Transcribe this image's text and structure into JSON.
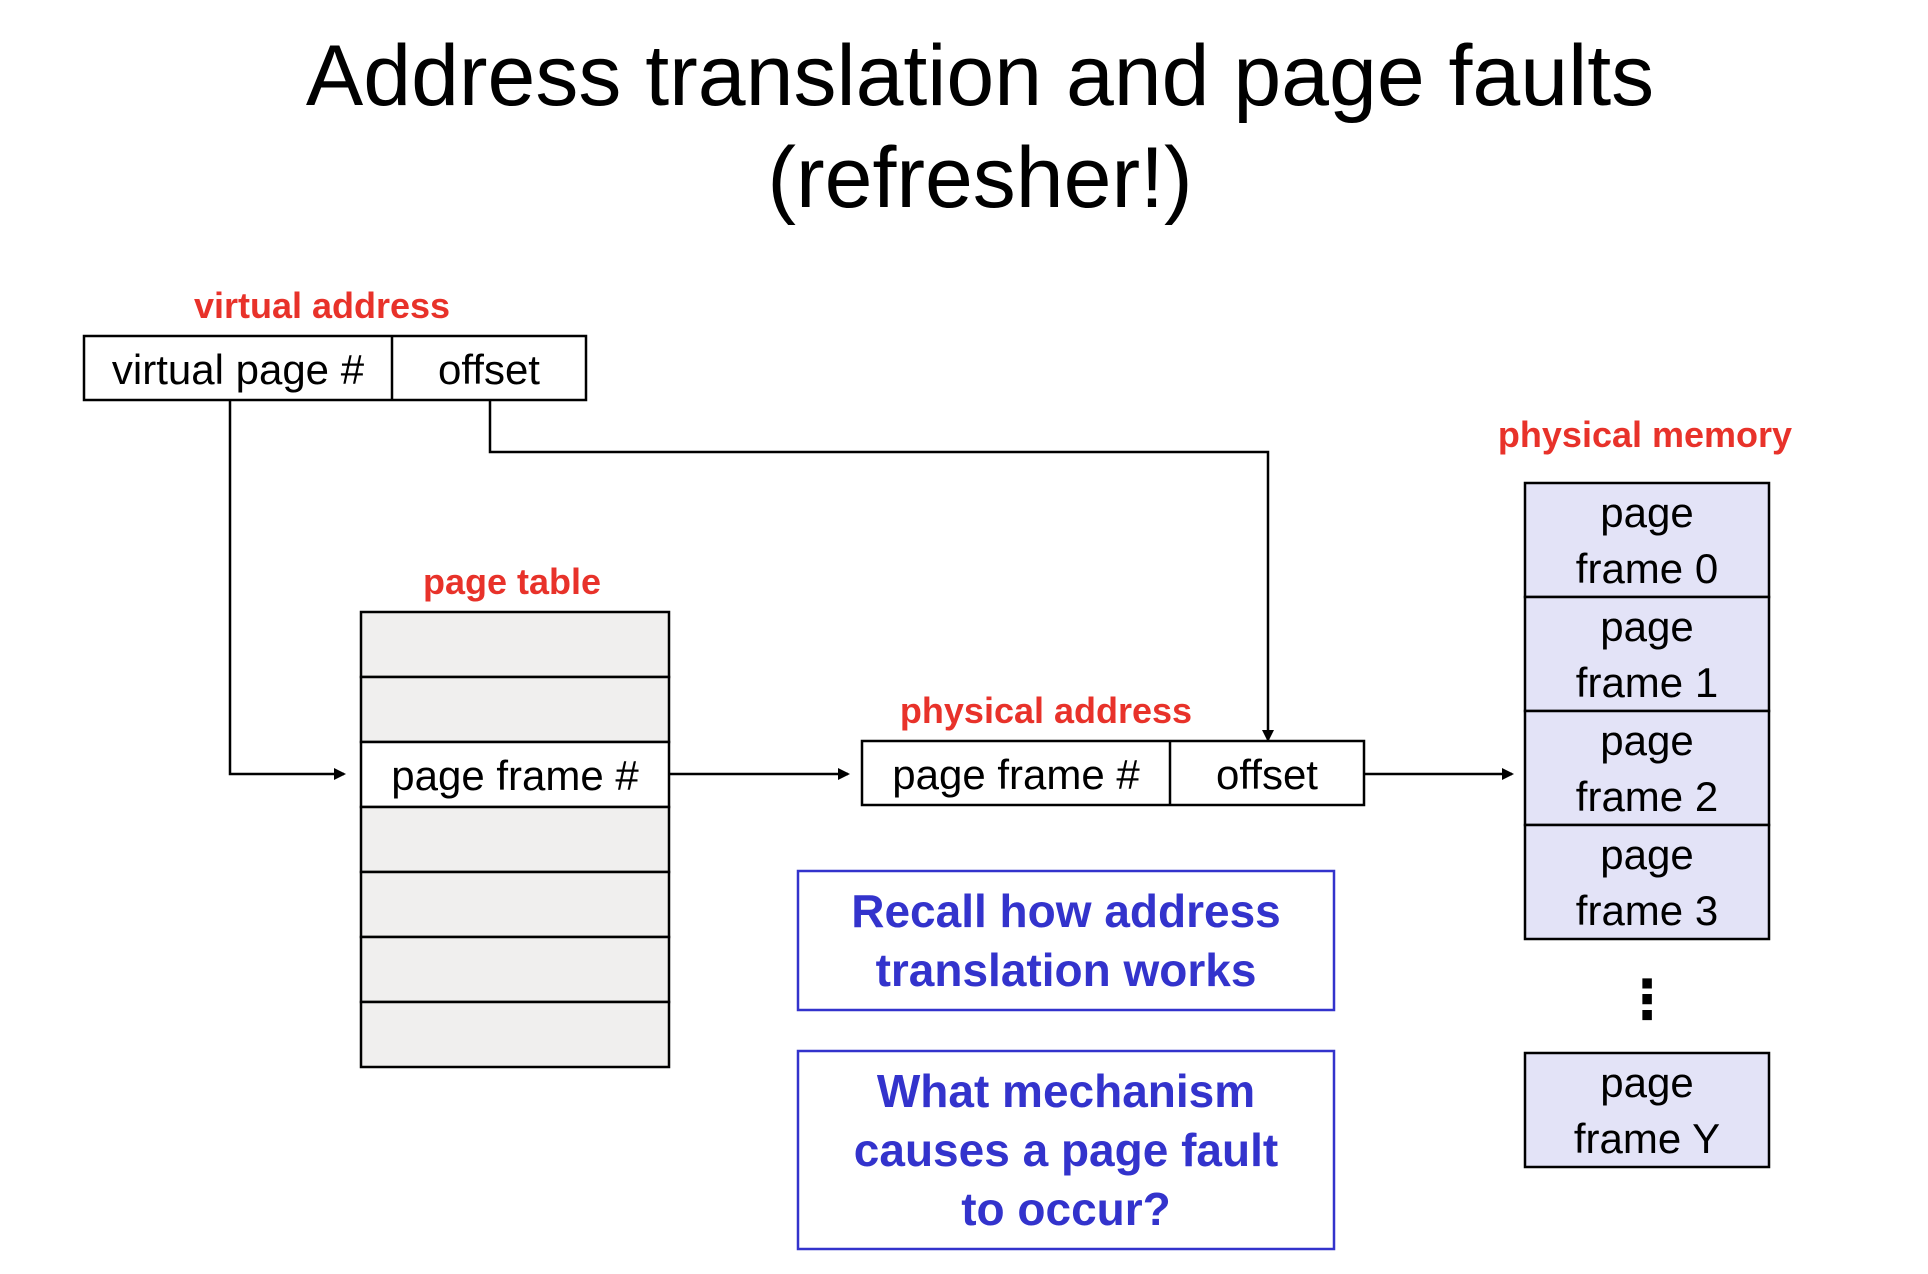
{
  "title": {
    "line1": "Address translation and page faults",
    "line2": "(refresher!)"
  },
  "labels": {
    "virtual_address": "virtual address",
    "page_table": "page table",
    "physical_address": "physical address",
    "physical_memory": "physical memory"
  },
  "virtual_address": {
    "page_field": "virtual page #",
    "offset_field": "offset"
  },
  "page_table": {
    "entry_label": "page frame #",
    "row_count": 7,
    "highlighted_row": 3
  },
  "physical_address": {
    "frame_field": "page frame #",
    "offset_field": "offset"
  },
  "physical_memory": {
    "frames": [
      {
        "line1": "page",
        "line2": "frame 0"
      },
      {
        "line1": "page",
        "line2": "frame 1"
      },
      {
        "line1": "page",
        "line2": "frame 2"
      },
      {
        "line1": "page",
        "line2": "frame 3"
      }
    ],
    "ellipsis": "⋮",
    "last_frame": {
      "line1": "page",
      "line2": "frame Y"
    }
  },
  "questions": {
    "q1": {
      "line1": "Recall how address",
      "line2": "translation works"
    },
    "q2": {
      "line1": "What mechanism",
      "line2": "causes a page fault",
      "line3": "to occur?"
    }
  },
  "colors": {
    "label_red": "#e8322a",
    "question_blue": "#3333cc",
    "table_fill": "#f0efee",
    "frame_fill": "#e3e3f7",
    "line": "#000000"
  }
}
